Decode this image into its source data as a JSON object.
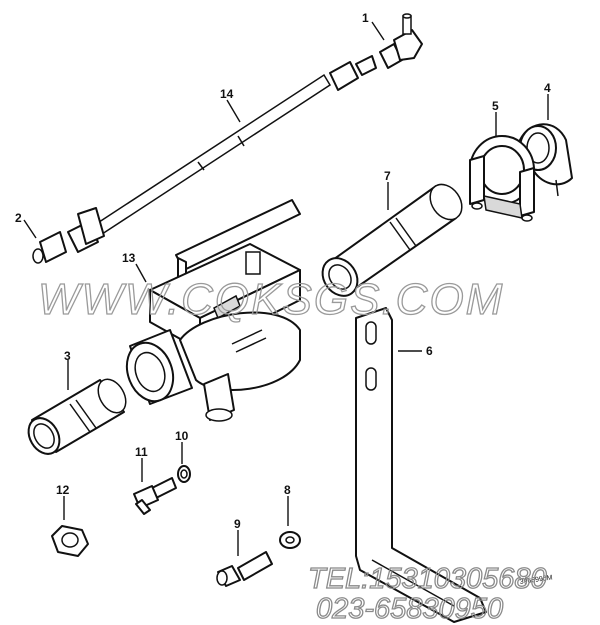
{
  "callouts": [
    {
      "id": "1",
      "label": "1"
    },
    {
      "id": "2",
      "label": "2"
    },
    {
      "id": "3",
      "label": "3"
    },
    {
      "id": "4",
      "label": "4"
    },
    {
      "id": "5",
      "label": "5"
    },
    {
      "id": "6",
      "label": "6"
    },
    {
      "id": "7",
      "label": "7"
    },
    {
      "id": "8",
      "label": "8"
    },
    {
      "id": "9",
      "label": "9"
    },
    {
      "id": "10",
      "label": "10"
    },
    {
      "id": "11",
      "label": "11"
    },
    {
      "id": "12",
      "label": "12"
    },
    {
      "id": "13",
      "label": "13"
    },
    {
      "id": "14",
      "label": "14"
    }
  ],
  "watermark": {
    "site": "WWW.CQKSGS.COM",
    "phone": "TEL:15310305680",
    "phone2": "023-65830950"
  },
  "drawing_tag": "3968996M"
}
